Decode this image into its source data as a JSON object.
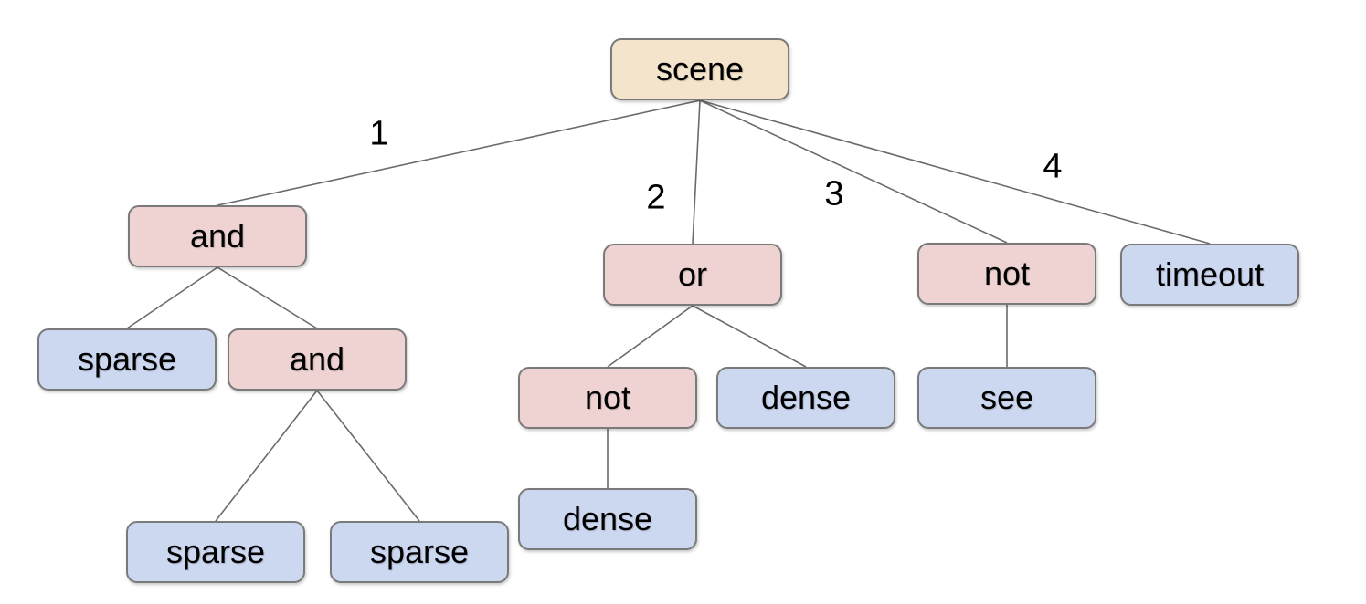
{
  "tree": {
    "label": "scene",
    "children": [
      {
        "edge_label": "1",
        "label": "and",
        "children": [
          {
            "label": "sparse",
            "children": []
          },
          {
            "label": "and",
            "children": [
              {
                "label": "sparse",
                "children": []
              },
              {
                "label": "sparse",
                "children": []
              }
            ]
          }
        ]
      },
      {
        "edge_label": "2",
        "label": "or",
        "children": [
          {
            "label": "not",
            "children": [
              {
                "label": "dense",
                "children": []
              }
            ]
          },
          {
            "label": "dense",
            "children": []
          }
        ]
      },
      {
        "edge_label": "3",
        "label": "not",
        "children": [
          {
            "label": "see",
            "children": []
          }
        ]
      },
      {
        "edge_label": "4",
        "label": "timeout",
        "children": []
      }
    ]
  },
  "colors": {
    "root_fill": "#f4e4cc",
    "operator_fill": "#eed3d2",
    "leaf_fill": "#ccd7f0",
    "border": "#7a7a7a",
    "edge_line": "#6b6b6b",
    "text": "#000000",
    "background": "#ffffff"
  }
}
